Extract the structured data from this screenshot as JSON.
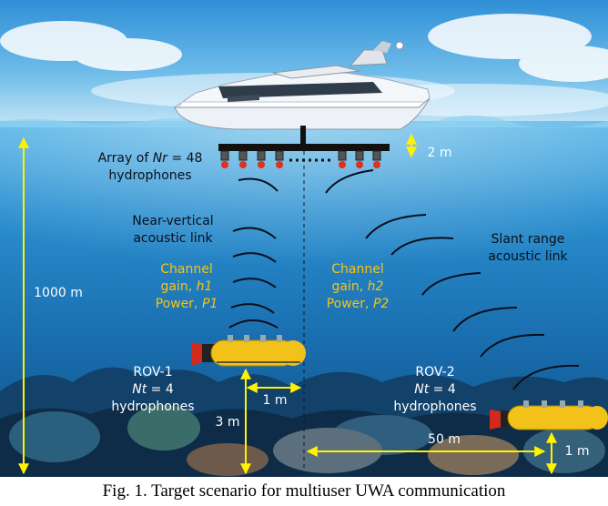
{
  "labels": {
    "array_prefix": "Array of ",
    "array_var": "Nr",
    "array_suffix": " = 48",
    "array_line2": "hydrophones",
    "depth_array": "2 m",
    "near_vertical_line1": "Near-vertical",
    "near_vertical_line2": "acoustic link",
    "slant_line1": "Slant range",
    "slant_line2": "acoustic link",
    "ch1_line1": "Channel",
    "ch1_gain": "gain, ",
    "ch1_h": "h1",
    "ch1_power": "Power, ",
    "ch1_p": "P1",
    "ch2_line1": "Channel",
    "ch2_gain": "gain, ",
    "ch2_h": "h2",
    "ch2_power": "Power, ",
    "ch2_p": "P2",
    "depth_total": "1000 m",
    "rov1_name": "ROV-1",
    "rov1_var": "Nt",
    "rov1_eq": " = 4",
    "rov1_line3": "hydrophones",
    "rov2_name": "ROV-2",
    "rov2_var": "Nt",
    "rov2_eq": " = 4",
    "rov2_line3": "hydrophones",
    "rov1_offset": "1 m",
    "rov1_height": "3 m",
    "horizontal_distance": "50 m",
    "rov2_height": "1 m"
  },
  "caption": "Fig. 1.   Target scenario for multiuser UWA communication",
  "colors": {
    "label_dark": "#0b0f1a",
    "label_white": "#ffffff",
    "label_yellow": "#f7c416",
    "arrow_yellow": "#fff200",
    "rov_yellow": "#f2c21a",
    "sky": "#4aa3dc",
    "water": "#1e7fbf"
  }
}
